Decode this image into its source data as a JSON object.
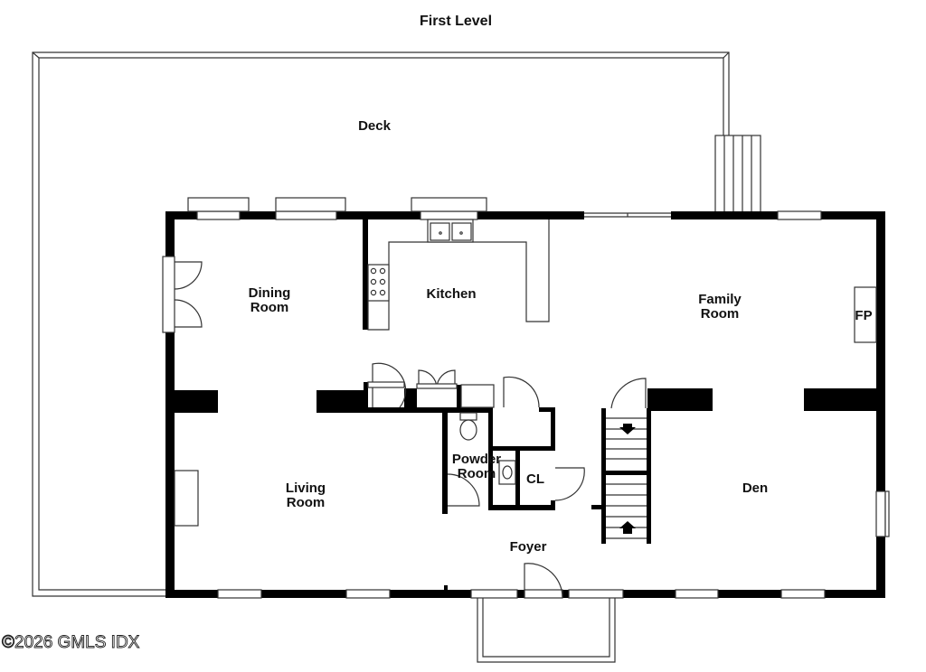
{
  "title": "First Level",
  "rooms": {
    "deck": "Deck",
    "dining_line1": "Dining",
    "dining_line2": "Room",
    "kitchen": "Kitchen",
    "family_line1": "Family",
    "family_line2": "Room",
    "fireplace": "FP",
    "powder_line1": "Powder",
    "powder_line2": "Room",
    "closet": "CL",
    "living_line1": "Living",
    "living_line2": "Room",
    "den": "Den",
    "foyer": "Foyer"
  },
  "watermark": "©2026 GMLS IDX"
}
